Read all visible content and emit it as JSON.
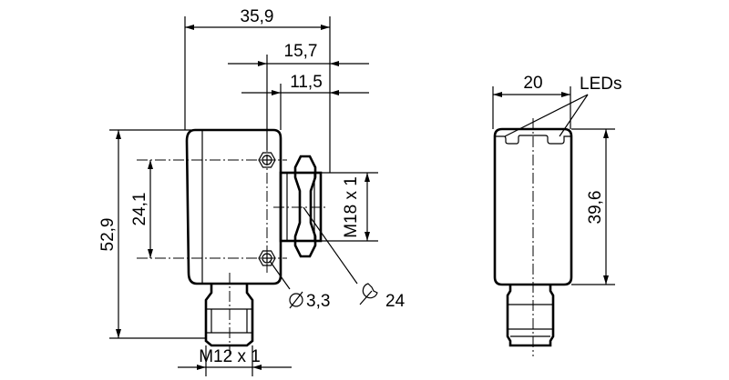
{
  "dimensions": {
    "overall_depth": "35,9",
    "rear_to_thread_end": "15,7",
    "thread_length": "11,5",
    "height": "52,9",
    "hole_spacing": "24,1",
    "thread": "M18 x 1",
    "hole_diameter": "3,3",
    "wrench_size": "24",
    "connector": "M12 x 1",
    "width": "20",
    "body_height": "39,6"
  },
  "labels": {
    "leds": "LEDs"
  },
  "icons": [
    "diameter-icon",
    "wrench-icon"
  ]
}
